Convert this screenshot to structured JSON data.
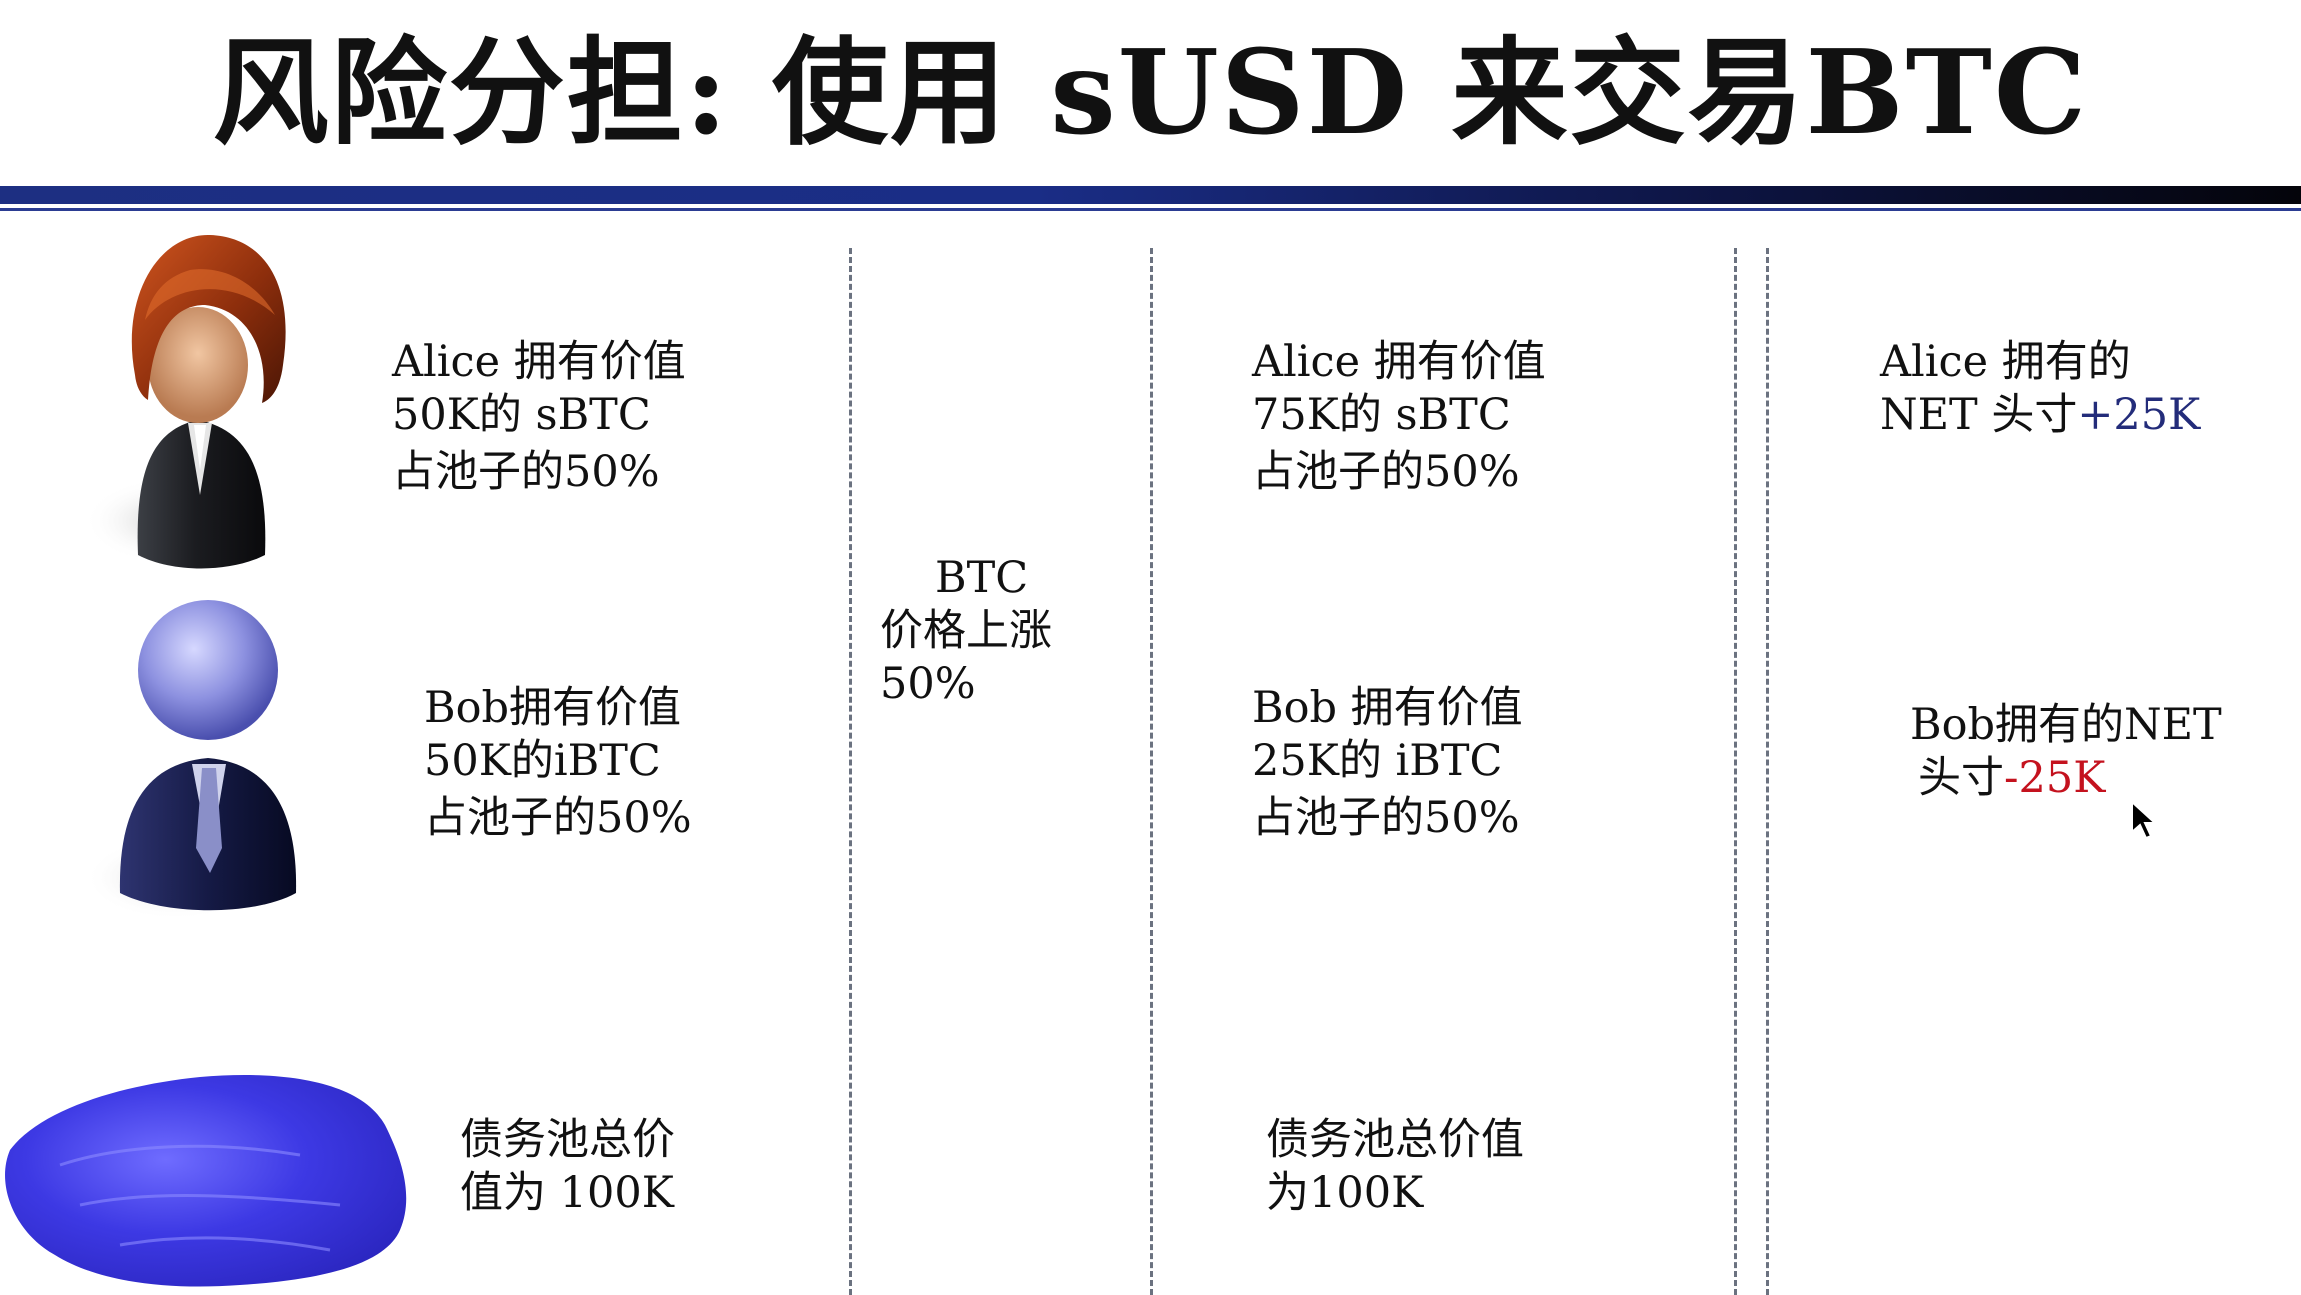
{
  "slide": {
    "title": "风险分担: 使用 sUSD 来交易BTC"
  },
  "icons": {
    "alice": "alice-avatar-icon",
    "bob": "bob-avatar-icon",
    "pool": "debt-pool-icon",
    "cursor": "mouse-cursor-icon"
  },
  "colors": {
    "title_rule": "#1d2f82",
    "positive": "#232c7a",
    "negative": "#c4121e"
  },
  "before": {
    "alice": {
      "line1": "Alice 拥有价值",
      "line2": "50K的 sBTC",
      "line3": "占池子的50%"
    },
    "bob": {
      "line1": "Bob拥有价值",
      "line2": "50K的iBTC",
      "line3": "占池子的50%"
    },
    "pool": {
      "line1": "债务池总价",
      "line2": "值为 100K"
    }
  },
  "event": {
    "line1": "BTC",
    "line2": "价格上涨",
    "line3": "50%"
  },
  "after": {
    "alice": {
      "line1": "Alice 拥有价值",
      "line2": "75K的 sBTC",
      "line3": "占池子的50%"
    },
    "bob": {
      "line1": "Bob 拥有价值",
      "line2": "25K的 iBTC",
      "line3": "占池子的50%"
    },
    "pool": {
      "line1": "债务池总价值",
      "line2": "为100K"
    }
  },
  "net": {
    "alice": {
      "line1": "Alice 拥有的",
      "line2_prefix": "NET 头寸",
      "line2_value": "+25K"
    },
    "bob": {
      "line1": "Bob拥有的NET",
      "line2_prefix": "头寸",
      "line2_value": "-25K"
    }
  }
}
